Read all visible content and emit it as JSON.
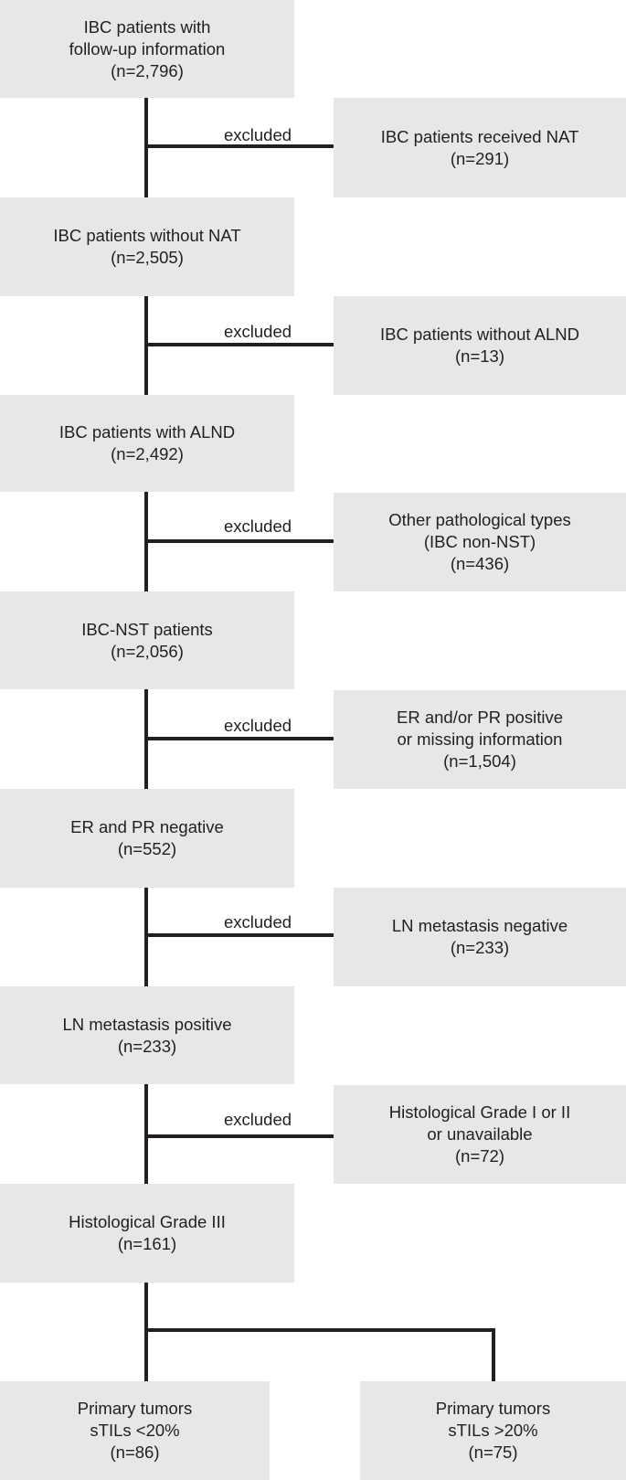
{
  "flowchart": {
    "main_steps": [
      {
        "lines": [
          "IBC patients with",
          "follow-up information",
          "(n=2,796)"
        ]
      },
      {
        "lines": [
          "IBC patients without NAT",
          "(n=2,505)"
        ]
      },
      {
        "lines": [
          "IBC patients with ALND",
          "(n=2,492)"
        ]
      },
      {
        "lines": [
          "IBC-NST patients",
          "(n=2,056)"
        ]
      },
      {
        "lines": [
          "ER and PR negative",
          "(n=552)"
        ]
      },
      {
        "lines": [
          "LN metastasis positive",
          "(n=233)"
        ]
      },
      {
        "lines": [
          "Histological Grade III",
          "(n=161)"
        ]
      }
    ],
    "exclusions": [
      {
        "label": "excluded",
        "lines": [
          "IBC patients received NAT",
          "(n=291)"
        ]
      },
      {
        "label": "excluded",
        "lines": [
          "IBC patients without ALND",
          "(n=13)"
        ]
      },
      {
        "label": "excluded",
        "lines": [
          "Other pathological types",
          "(IBC non-NST)",
          "(n=436)"
        ]
      },
      {
        "label": "excluded",
        "lines": [
          "ER and/or PR positive",
          "or missing information",
          "(n=1,504)"
        ]
      },
      {
        "label": "excluded",
        "lines": [
          "LN metastasis negative",
          "(n=233)"
        ]
      },
      {
        "label": "excluded",
        "lines": [
          "Histological Grade I or II",
          "or unavailable",
          "(n=72)"
        ]
      }
    ],
    "final_groups": [
      {
        "lines": [
          "Primary tumors",
          "sTILs <20%",
          "(n=86)"
        ]
      },
      {
        "lines": [
          "Primary tumors",
          "sTILs >20%",
          "(n=75)"
        ]
      }
    ]
  },
  "colors": {
    "box_fill": "#e6e7e8",
    "line": "#231f20",
    "text": "#231f20"
  }
}
